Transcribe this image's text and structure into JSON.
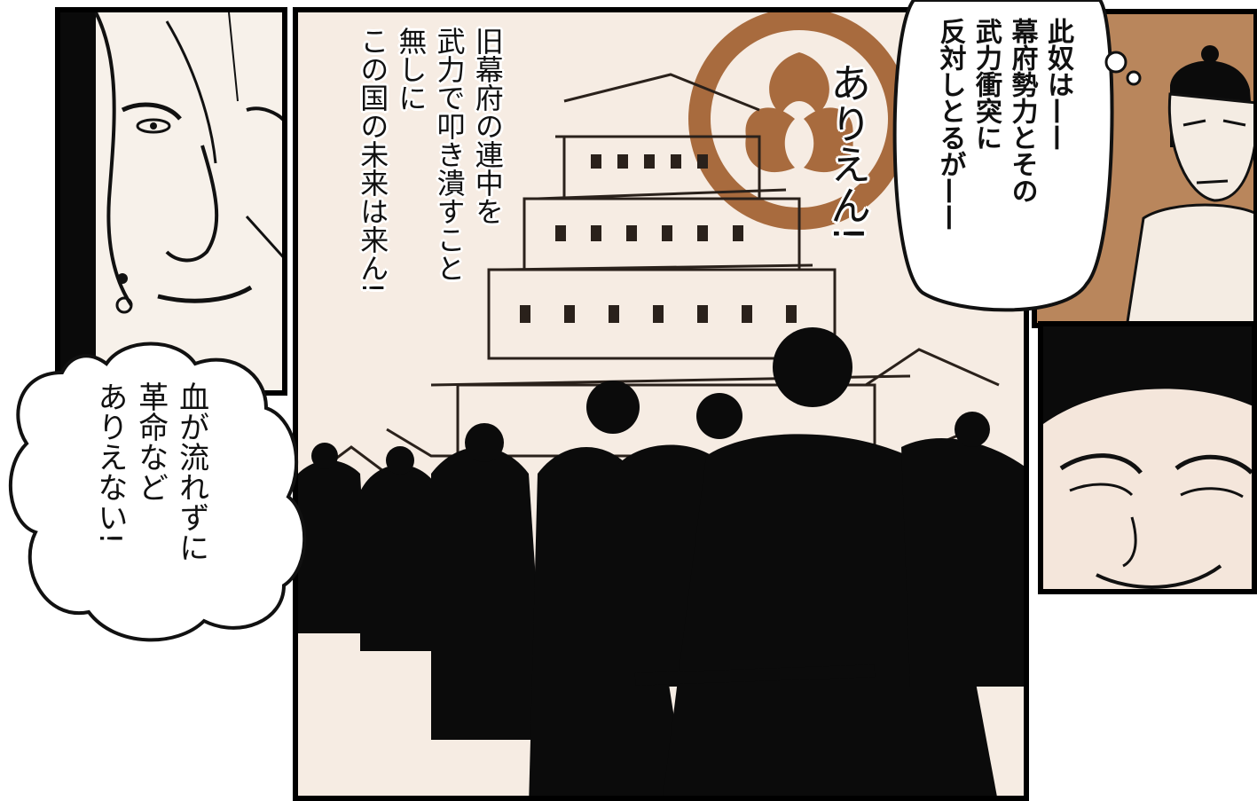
{
  "panels": {
    "left_speech": "血が流れずに\n革命など\nありえない!",
    "center_narration": "旧幕府の連中を\n武力で叩き潰すこと\n無しに\nこの国の未来は来ん!",
    "center_shout": "ありえん!",
    "thought": "此奴は——\n幕府勢力とその\n武力衝突に\n反対しとるが——"
  },
  "colors": {
    "ink": "#111111",
    "sepia": "#a86b3e",
    "paper": "#f6ece3",
    "panel_accent": "#b9865c"
  }
}
